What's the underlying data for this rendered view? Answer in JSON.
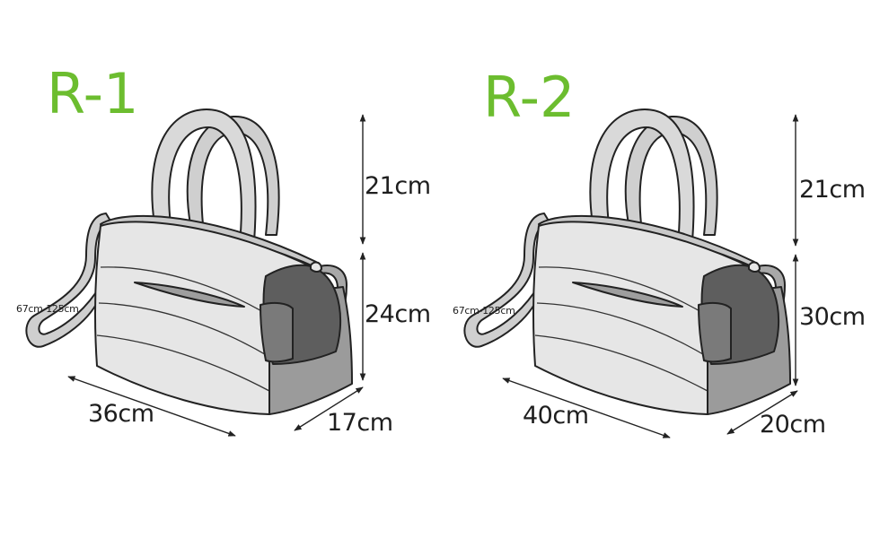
{
  "colors": {
    "title": "#6cbd2f",
    "bag_light": "#e4e4e4",
    "bag_handle": "#d2d2d2",
    "side_mid": "#9a9a9a",
    "side_dark": "#5f5f5f",
    "outline": "#222222"
  },
  "models": [
    {
      "title": "R-1",
      "strap": "67cm-125cm",
      "handle_height": "21cm",
      "height": "24cm",
      "length": "36cm",
      "depth": "17cm"
    },
    {
      "title": "R-2",
      "strap": "67cm-125cm",
      "handle_height": "21cm",
      "height": "30cm",
      "length": "40cm",
      "depth": "20cm"
    }
  ]
}
